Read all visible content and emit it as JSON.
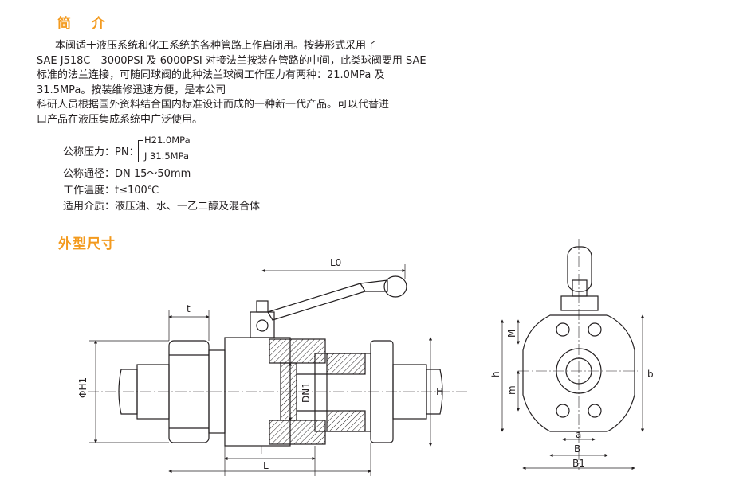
{
  "intro": {
    "heading": "简介",
    "lines": [
      "本阀适于液压系统和化工系统的各种管路上作启闭用。按装形式采用了",
      "SAE  J518C—3000PSI 及 6000PSI 对接法兰按装在管路的中间，此类球阀要用 SAE",
      "标准的法兰连接，可随同球阀的此种法兰球阀工作压力有两种：21.0MPa 及",
      "31.5MPa。按装维修迅速方便，是本公司",
      "科研人员根据国外资料结合国内标准设计而成的一种新一代产品。可以代替进",
      "口产品在液压集成系统中广泛使用。"
    ]
  },
  "specs": {
    "pressure_label": "公称压力：PN：",
    "pressure_h": "H21.0MPa",
    "pressure_j": "J 31.5MPa",
    "diameter": "公称通径：DN 15～50mm",
    "temperature": "工作温度：t≤100℃",
    "media": "适用介质：液压油、水、一乙二醇及混合体"
  },
  "dimensions": {
    "heading": "外型尺寸",
    "labels": {
      "L0": "L0",
      "t": "t",
      "phiH1": "ΦH1",
      "H": "H",
      "DN1": "DN1",
      "l": "l",
      "L": "L",
      "M": "M",
      "h": "h",
      "m": "m",
      "b": "b",
      "a": "a",
      "B": "B",
      "B1": "B1"
    }
  },
  "colors": {
    "accent": "#f39a1e",
    "ink": "#231f20"
  }
}
